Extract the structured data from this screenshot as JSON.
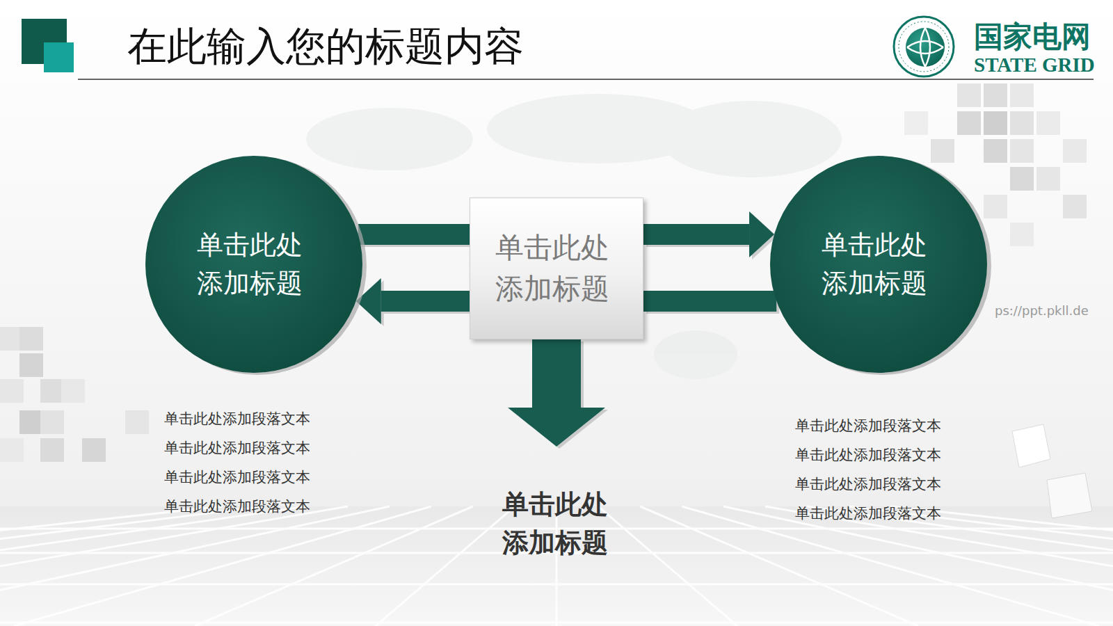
{
  "diagram": {
    "title": "在此输入您的标题内容",
    "nodes": [
      {
        "text": [
          "单击此处 添加标题"
        ]
      },
      {
        "text": [
          "单击此处 添加标题"
        ]
      },
      {
        "text": [
          "单击此处 添加标题"
        ]
      },
      {
        "text": [
          "单击此处 添加标题"
        ]
      }
    ],
    "edges": [
      {
        "from": 0,
        "to": 1,
        "arrow": "none"
      },
      {
        "from": 1,
        "to": 2,
        "arrow": "to"
      },
      {
        "from": 2,
        "to": 1,
        "arrow": "none"
      },
      {
        "from": 1,
        "to": 0,
        "arrow": "to"
      },
      {
        "from": 1,
        "to": 3,
        "arrow": "to"
      }
    ],
    "labels": [
      "国家电网",
      "STATE GRID",
      "单击此处添加段落文本",
      "单击此处添加段落文本",
      "单击此处添加段落文本",
      "单击此处添加段落文本",
      "单击此处添加段落文本",
      "单击此处添加段落文本",
      "单击此处添加段落文本",
      "单击此处添加段落文本",
      "ps://ppt.pkll.de"
    ]
  }
}
